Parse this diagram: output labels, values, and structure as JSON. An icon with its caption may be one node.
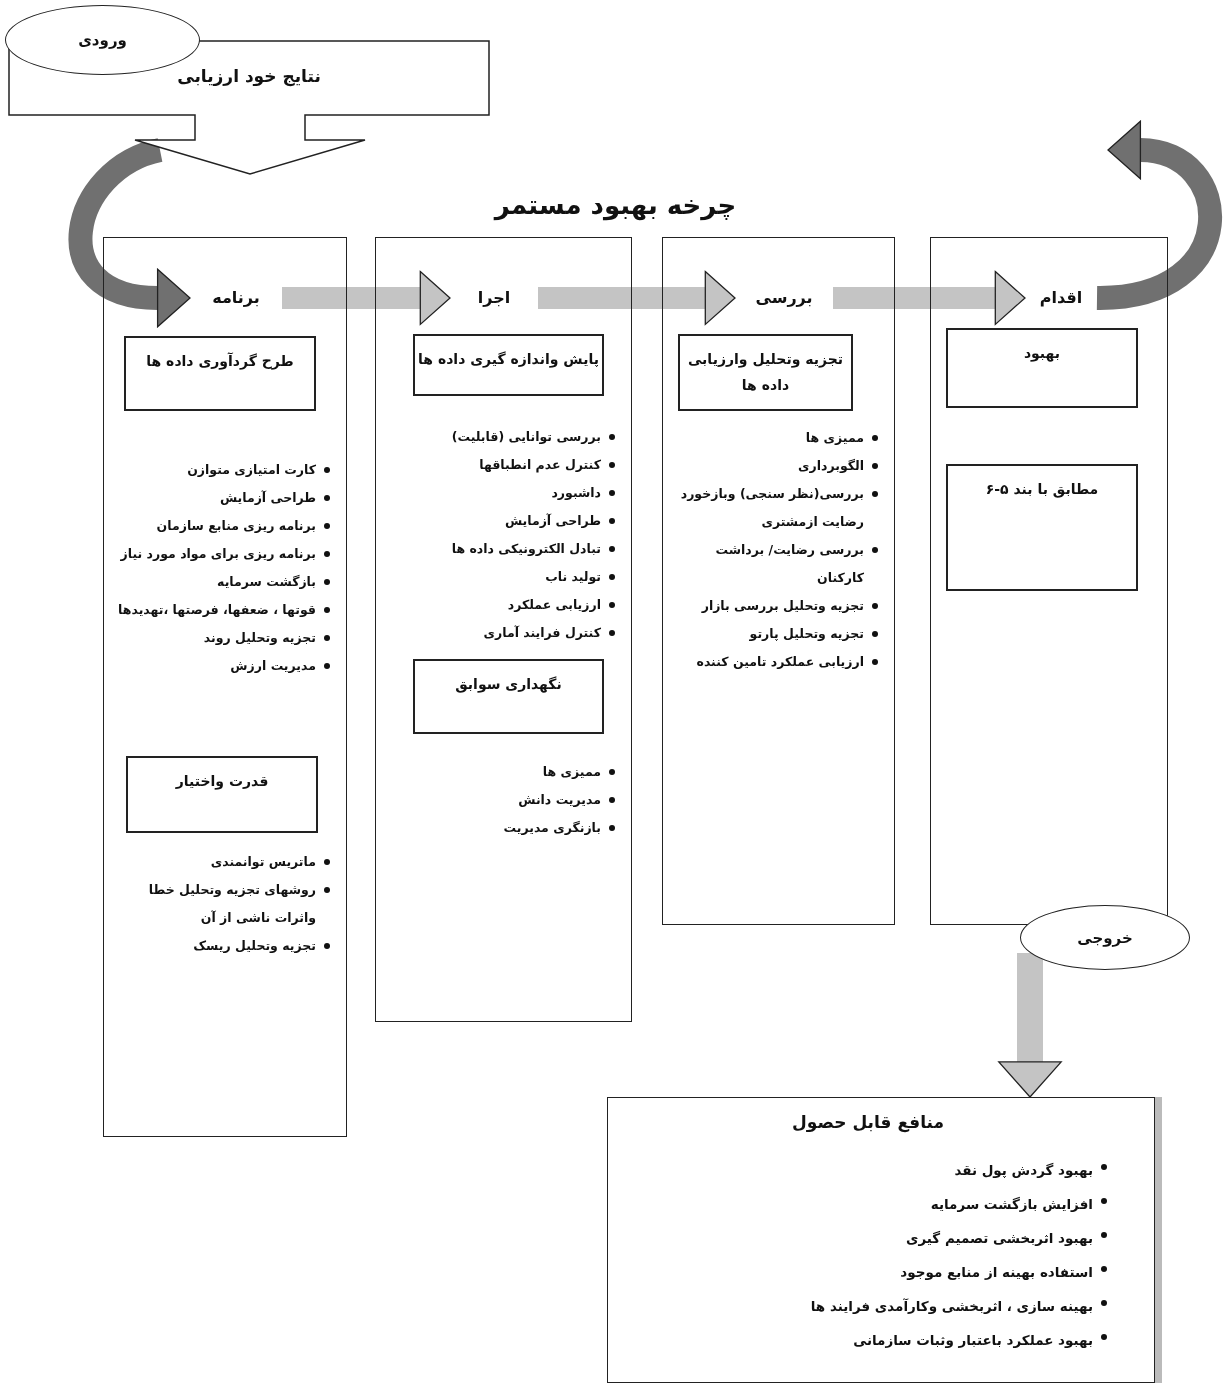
{
  "diagram": {
    "title": "چرخه بهبود مستمر",
    "nodes": [
      {
        "text": [
          "ورودی"
        ]
      },
      {
        "text": [
          "نتایج خود ارزیابی"
        ]
      },
      {
        "text": [
          "کارت امتیازی متوازن",
          "طراحی آزمایش",
          "برنامه ریزی منابع سازمان",
          "برنامه ریزی برای مواد مورد نیاز",
          "بازگشت سرمایه",
          "قوتها ، ضعفها، فرصتها ،تهدیدها",
          "تجزیه وتحلیل روند",
          "مدیریت ارزش",
          "ماتریس توانمندی",
          "روشهای تجزیه وتحلیل خطا واثرات ناشی از آن",
          "تجزیه وتحلیل ریسک"
        ]
      },
      {
        "text": [
          "برنامه"
        ],
        "in": 2
      },
      {
        "text": [
          "طرح گردآوری داده ها"
        ],
        "in": 2
      },
      {
        "text": [
          "قدرت واختیار"
        ],
        "in": 2
      },
      {
        "text": [
          "بررسی توانایی (قابلیت)",
          "کنترل عدم انطباقها",
          "داشبورد",
          "طراحی آزمایش",
          "تبادل الکترونیکی داده ها",
          "تولید ناب",
          "ارزیابی عملکرد",
          "کنترل فرایند آماری",
          "ممیزی ها",
          "مدیریت دانش",
          "بازنگری مدیریت"
        ]
      },
      {
        "text": [
          "اجرا"
        ],
        "in": 6
      },
      {
        "text": [
          "پایش واندازه گیری داده ها"
        ],
        "in": 6
      },
      {
        "text": [
          "نگهداری سوابق"
        ],
        "in": 6
      },
      {
        "text": [
          "ممیزی ها",
          "الگوبرداری",
          "بررسی(نظر سنجی) وبازخورد رضایت ازمشتری",
          "بررسی رضایت/ برداشت کارکنان",
          "تجزیه وتحلیل بررسی بازار",
          "تجزیه وتحلیل پارتو",
          "ارزیابی عملکرد تامین کننده"
        ]
      },
      {
        "text": [
          "بررسی"
        ],
        "in": 10
      },
      {
        "text": [
          "تجزیه وتحلیل وارزیابی داده ها"
        ],
        "in": 10
      },
      {
        "text": [],
        "shape": "box"
      },
      {
        "text": [
          "اقدام"
        ],
        "in": 13
      },
      {
        "text": [
          "بهبود"
        ],
        "in": 13
      },
      {
        "text": [
          "مطابق با بند ۵-۶"
        ],
        "in": 13
      },
      {
        "text": [
          "خروجی"
        ]
      },
      {
        "text": [
          "منافع قابل حصول",
          "بهبود گردش پول نقد",
          "افزایش بازگشت سرمایه",
          "بهبود اثربخشی تصمیم گیری",
          "استفاده بهینه از منابع موجود",
          "بهینه سازی ، اثربخشی وکارآمدی فرایند ها",
          "بهبود عملکرد باعتبار وثبات سازمانی"
        ]
      }
    ],
    "edges": [
      {
        "from": 1,
        "to": 3,
        "arrow": "to",
        "color": "#707070"
      },
      {
        "from": 3,
        "to": 7,
        "arrow": "to"
      },
      {
        "from": 7,
        "to": 11,
        "arrow": "to"
      },
      {
        "from": 11,
        "to": 14,
        "arrow": "to"
      },
      {
        "from": 14,
        "to": null,
        "arrow": "to",
        "color": "#707070"
      },
      {
        "from": 17,
        "to": 18,
        "arrow": "to"
      }
    ]
  }
}
